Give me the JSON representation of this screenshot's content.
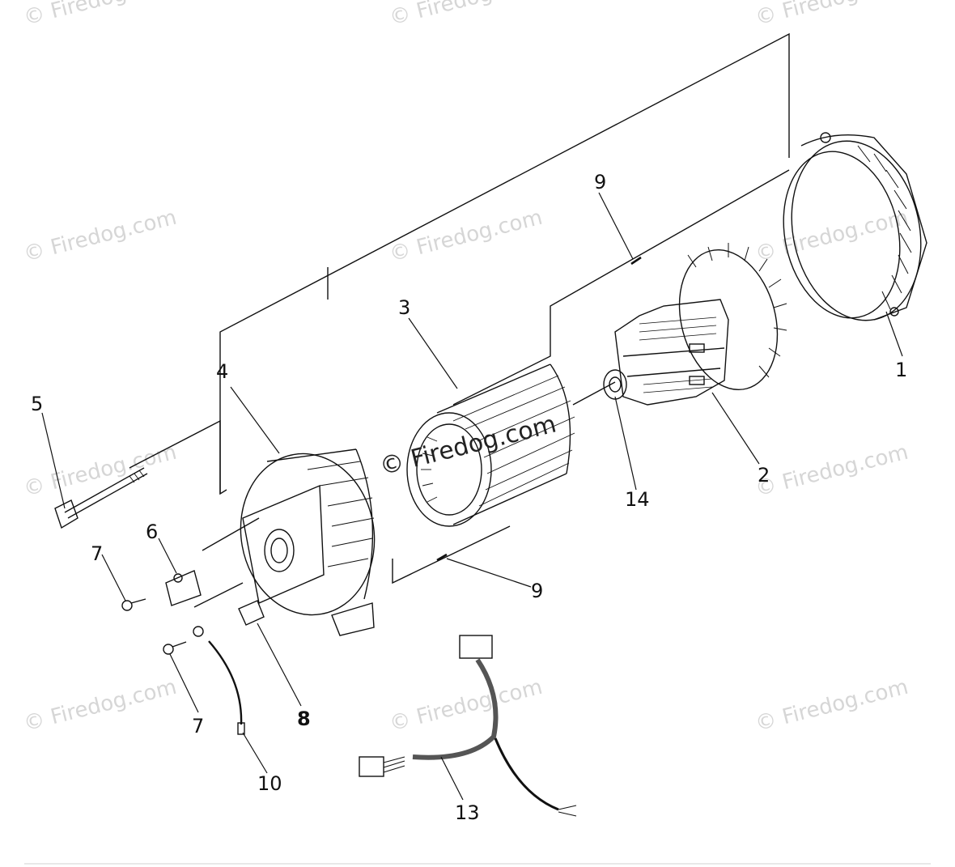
{
  "watermark": "© Firedog.com",
  "center_watermark": "© Firedog.com",
  "callouts": {
    "c1": "1",
    "c2": "2",
    "c3": "3",
    "c4": "4",
    "c5": "5",
    "c6": "6",
    "c7a": "7",
    "c7b": "7",
    "c8": "8",
    "c9a": "9",
    "c9b": "9",
    "c10": "10",
    "c13": "13",
    "c14": "14"
  },
  "colors": {
    "line": "#111111",
    "watermark": "#d6d6d6"
  }
}
